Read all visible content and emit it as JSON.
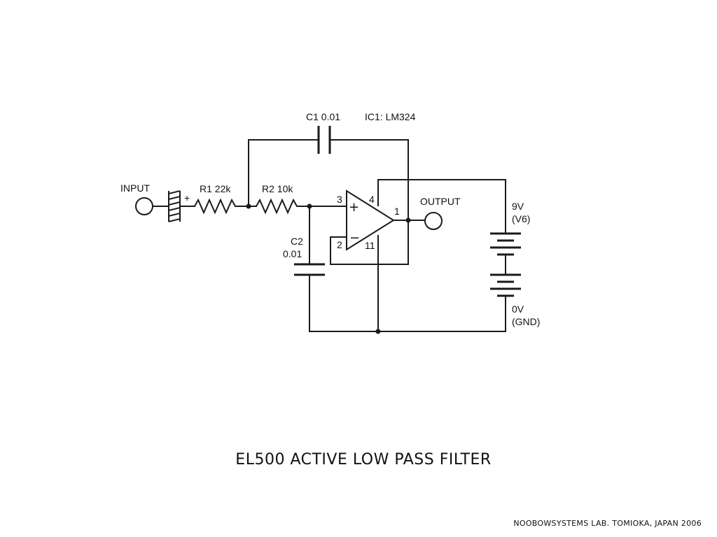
{
  "schematic": {
    "input_label": "INPUT",
    "input_plus": "+",
    "r1_label": "R1 22k",
    "r2_label": "R2 10k",
    "c1_label": "C1 0.01",
    "ic_label": "IC1: LM324",
    "c2_label_line1": "C2",
    "c2_label_line2": "0.01",
    "pin_3": "3",
    "pin_4": "4",
    "pin_1": "1",
    "pin_2": "2",
    "pin_11": "11",
    "opamp_plus": "+",
    "opamp_minus": "−",
    "output_label": "OUTPUT",
    "supply_top_line1": "9V",
    "supply_top_line2": "(V6)",
    "supply_bottom_line1": "0V",
    "supply_bottom_line2": "(GND)"
  },
  "title": "EL500 ACTIVE LOW PASS FILTER",
  "credit": "NOOBOWSYSTEMS LAB. TOMIOKA, JAPAN 2006"
}
